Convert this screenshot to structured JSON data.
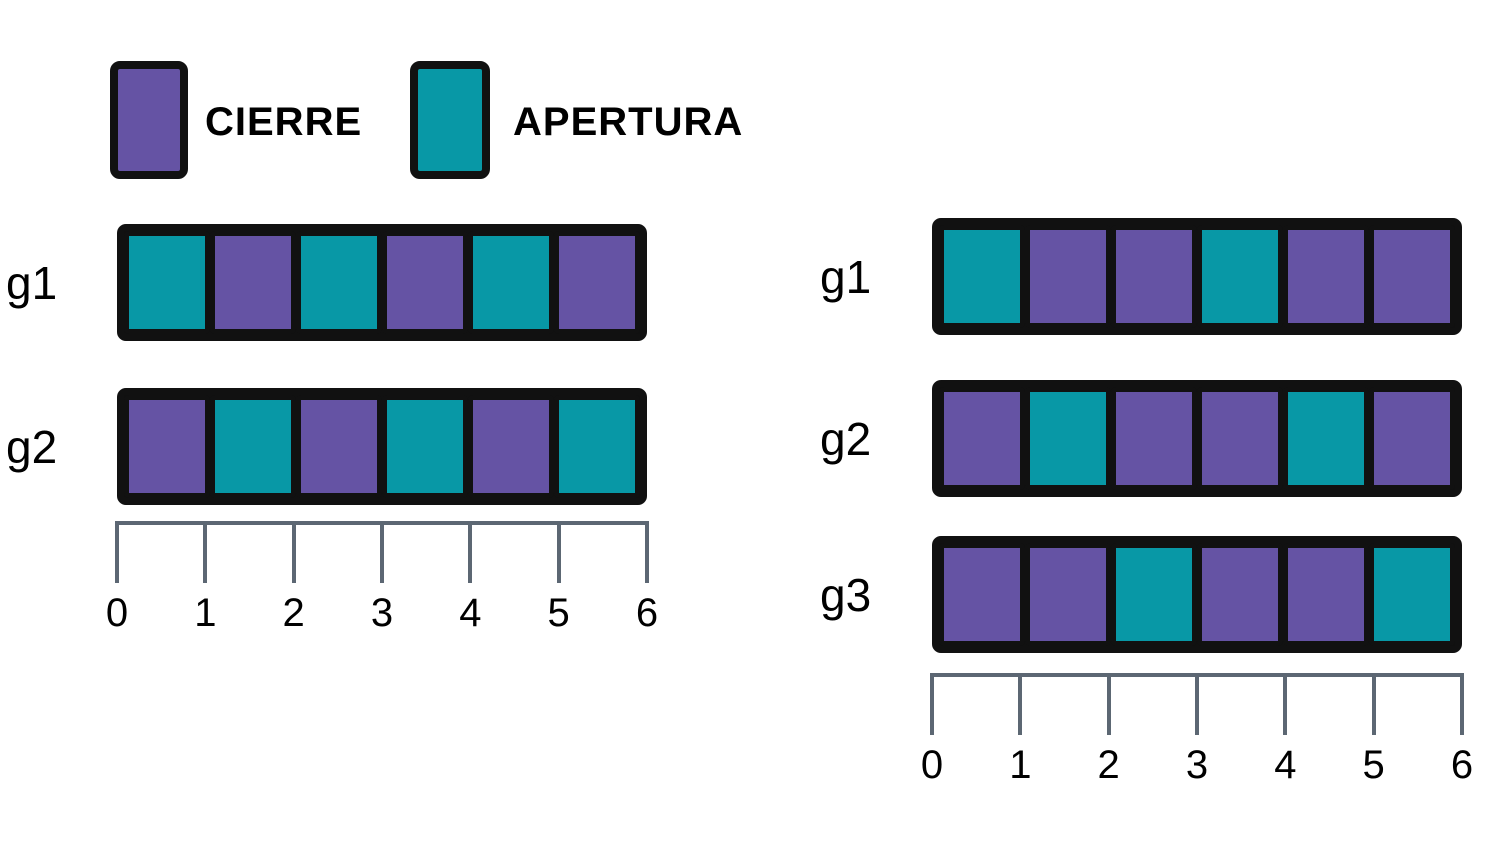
{
  "colors": {
    "cierre": "#6553a4",
    "apertura": "#0898a6",
    "border": "#111111",
    "axis": "#5c6773",
    "background": "#ffffff",
    "text": "#000000"
  },
  "legend": {
    "items": [
      {
        "key": "cierre",
        "label": "CIERRE"
      },
      {
        "key": "apertura",
        "label": "APERTURA"
      }
    ]
  },
  "chart_data": [
    {
      "id": "left",
      "type": "heatmap",
      "title": "",
      "rows": [
        "g1",
        "g2"
      ],
      "x_ticks": [
        "0",
        "1",
        "2",
        "3",
        "4",
        "5",
        "6"
      ],
      "xlim": [
        0,
        6
      ],
      "grid": false,
      "legend_position": "top-left",
      "series": [
        {
          "name": "g1",
          "values": [
            "apertura",
            "cierre",
            "apertura",
            "cierre",
            "apertura",
            "cierre"
          ]
        },
        {
          "name": "g2",
          "values": [
            "cierre",
            "apertura",
            "cierre",
            "apertura",
            "cierre",
            "apertura"
          ]
        }
      ]
    },
    {
      "id": "right",
      "type": "heatmap",
      "title": "",
      "rows": [
        "g1",
        "g2",
        "g3"
      ],
      "x_ticks": [
        "0",
        "1",
        "2",
        "3",
        "4",
        "5",
        "6"
      ],
      "xlim": [
        0,
        6
      ],
      "grid": false,
      "series": [
        {
          "name": "g1",
          "values": [
            "apertura",
            "cierre",
            "cierre",
            "apertura",
            "cierre",
            "cierre"
          ]
        },
        {
          "name": "g2",
          "values": [
            "cierre",
            "apertura",
            "cierre",
            "cierre",
            "apertura",
            "cierre"
          ]
        },
        {
          "name": "g3",
          "values": [
            "cierre",
            "cierre",
            "apertura",
            "cierre",
            "cierre",
            "apertura"
          ]
        }
      ]
    }
  ]
}
